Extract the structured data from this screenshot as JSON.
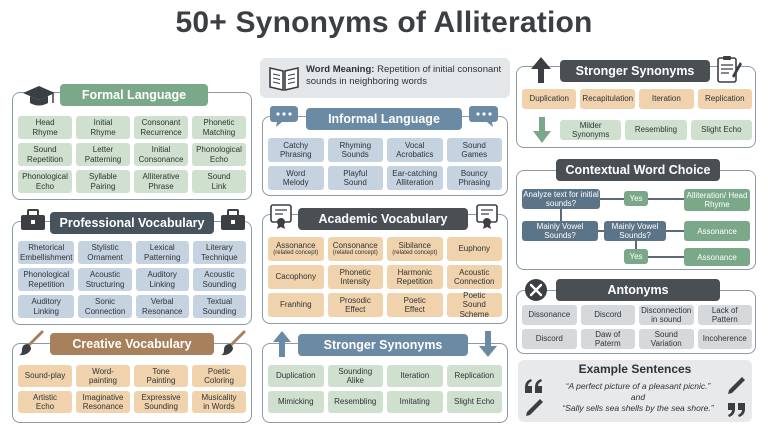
{
  "title": "50+ Synonyms of Alliteration",
  "meaning": {
    "label": "Word Meaning:",
    "text": "Repetition of initial consonant sounds in neighboring words"
  },
  "formal": {
    "title": "Formal Language",
    "items": [
      "Head\nRhyme",
      "Initial\nRhyme",
      "Consonant\nRecurrence",
      "Phonetic\nMatching",
      "Sound\nRepetition",
      "Letter\nPatterning",
      "Initial\nConsonance",
      "Phonological\nEcho",
      "Phonological\nEcho",
      "Syllable\nPairing",
      "Alliterative\nPhrase",
      "Sound\nLink"
    ]
  },
  "professional": {
    "title": "Professional Vocabulary",
    "items": [
      "Rhetorical\nEmbellishment",
      "Stylistic\nOrnament",
      "Lexical\nPatterning",
      "Literary\nTechnique",
      "Phonological\nRepetition",
      "Acoustic\nStructuring",
      "Auditory\nLinking",
      "Acoustic\nSounding",
      "Auditory\nLinking",
      "Sonic\nConnection",
      "Verbal\nResonance",
      "Textual\nSounding"
    ]
  },
  "creative": {
    "title": "Creative Vocabulary",
    "items": [
      "Sound-play",
      "Word-\npainting",
      "Tone\nPainting",
      "Poetic\nColoring",
      "Artistic\nEcho",
      "Imaginative\nResonance",
      "Expressive\nSounding",
      "Musicality\nin Words"
    ]
  },
  "informal": {
    "title": "Informal Language",
    "items": [
      "Catchy\nPhrasing",
      "Rhyming\nSounds",
      "Vocal\nAcrobatics",
      "Sound\nGames",
      "Word\nMelody",
      "Playful\nSound",
      "Ear-catching\nAlliteration",
      "Bouncy\nPhrasing"
    ]
  },
  "academic": {
    "title": "Academic Vocabulary",
    "note": "(related concept)",
    "items": [
      "Assonance",
      "Consonance",
      "Sibilance",
      "Euphony",
      "Cacophony",
      "Phonetic\nIntensity",
      "Harmonic\nRepetition",
      "Acoustic\nConnection",
      "Franhing",
      "Prosodic\nEffect",
      "Poetic\nEffect",
      "Poetic\nSound Scheme"
    ]
  },
  "stronger_mid": {
    "title": "Stronger Synonyms",
    "items": [
      "Duplication",
      "Sounding\nAlike",
      "Iteration",
      "Replication",
      "Mimicking",
      "Resembling",
      "Imitating",
      "Slight Echo"
    ]
  },
  "stronger_top": {
    "title": "Stronger Synonyms",
    "items": [
      "Duplication",
      "Recapitulation",
      "Iteration",
      "Replication",
      "Milder Synonyms",
      "Resembling",
      "Slight Echo"
    ]
  },
  "contextual": {
    "title": "Contextual Word Choice",
    "q1": "Analyze text for\ninitial sounds?",
    "q2": "Mainly Vowel\nSounds?",
    "q3": "Mainly Vowel\nSounds?",
    "yes": "Yes",
    "r1": "Alliteration/\nHead Rhyme",
    "r2": "Assonance",
    "r3": "Assonance"
  },
  "antonyms": {
    "title": "Antonyms",
    "items": [
      "Dissonance",
      "Discord",
      "Disconnection\nin sound",
      "Lack of\nPattern",
      "Discord",
      "Daw of\nPaterm",
      "Sound\nVariation",
      "Incoherence"
    ]
  },
  "examples": {
    "title": "Example Sentences",
    "line1": "“A perfect picture of a pleasant picnic.”",
    "and": "and",
    "line2": "“Sally sells sea shells by the sea shore.”"
  },
  "colors": {
    "formal": "#7aa889",
    "professional": "#46525c",
    "creative": "#a8805c",
    "informal": "#6b8aa3",
    "academic": "#4a4f54",
    "stronger": "#6b8aa3",
    "dark": "#4a4f54"
  }
}
